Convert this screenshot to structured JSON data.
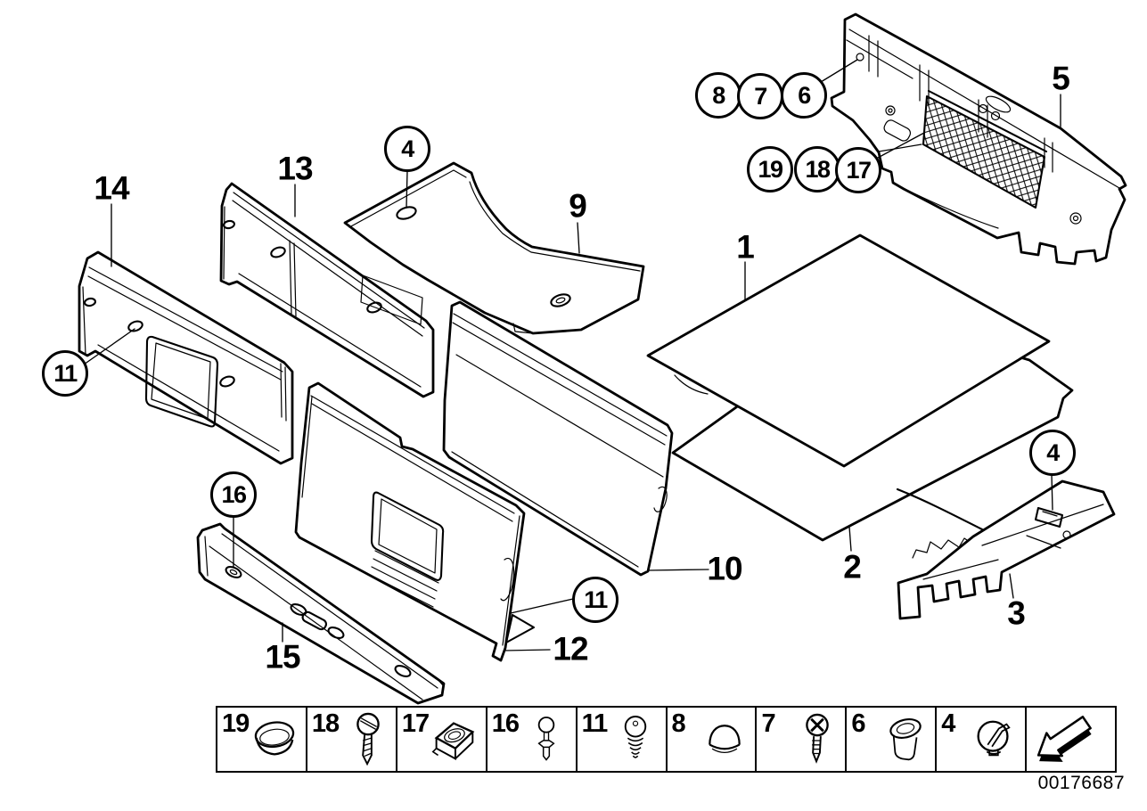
{
  "figure": {
    "kind": "trunk-trim-parts-diagram",
    "drawing_number": "00176687",
    "background_color": "#ffffff",
    "line_color": "#000000"
  },
  "callouts": {
    "plain": [
      {
        "id": "1"
      },
      {
        "id": "2"
      },
      {
        "id": "3"
      },
      {
        "id": "5"
      },
      {
        "id": "9"
      },
      {
        "id": "10"
      },
      {
        "id": "12"
      },
      {
        "id": "13"
      },
      {
        "id": "14"
      },
      {
        "id": "15"
      }
    ],
    "circled": [
      {
        "id": "4-top",
        "label": "4"
      },
      {
        "id": "4-right",
        "label": "4"
      },
      {
        "id": "8",
        "label": "8"
      },
      {
        "id": "7",
        "label": "7"
      },
      {
        "id": "6",
        "label": "6"
      },
      {
        "id": "19",
        "label": "19"
      },
      {
        "id": "18",
        "label": "18"
      },
      {
        "id": "17",
        "label": "17"
      },
      {
        "id": "11-left",
        "label": "11"
      },
      {
        "id": "11-mid",
        "label": "11"
      },
      {
        "id": "16",
        "label": "16"
      }
    ]
  },
  "legend": {
    "items": [
      {
        "label": "19",
        "icon": "plug-cap-icon"
      },
      {
        "label": "18",
        "icon": "slotted-screw-icon"
      },
      {
        "label": "17",
        "icon": "clip-bracket-icon"
      },
      {
        "label": "16",
        "icon": "expanding-rivet-icon"
      },
      {
        "label": "11",
        "icon": "ribbed-plug-icon"
      },
      {
        "label": "8",
        "icon": "dome-cap-icon"
      },
      {
        "label": "7",
        "icon": "phillips-screw-icon"
      },
      {
        "label": "6",
        "icon": "grommet-icon"
      },
      {
        "label": "4",
        "icon": "twist-lock-icon"
      }
    ],
    "arrow_cell": {
      "icon": "direction-arrow-icon"
    }
  }
}
